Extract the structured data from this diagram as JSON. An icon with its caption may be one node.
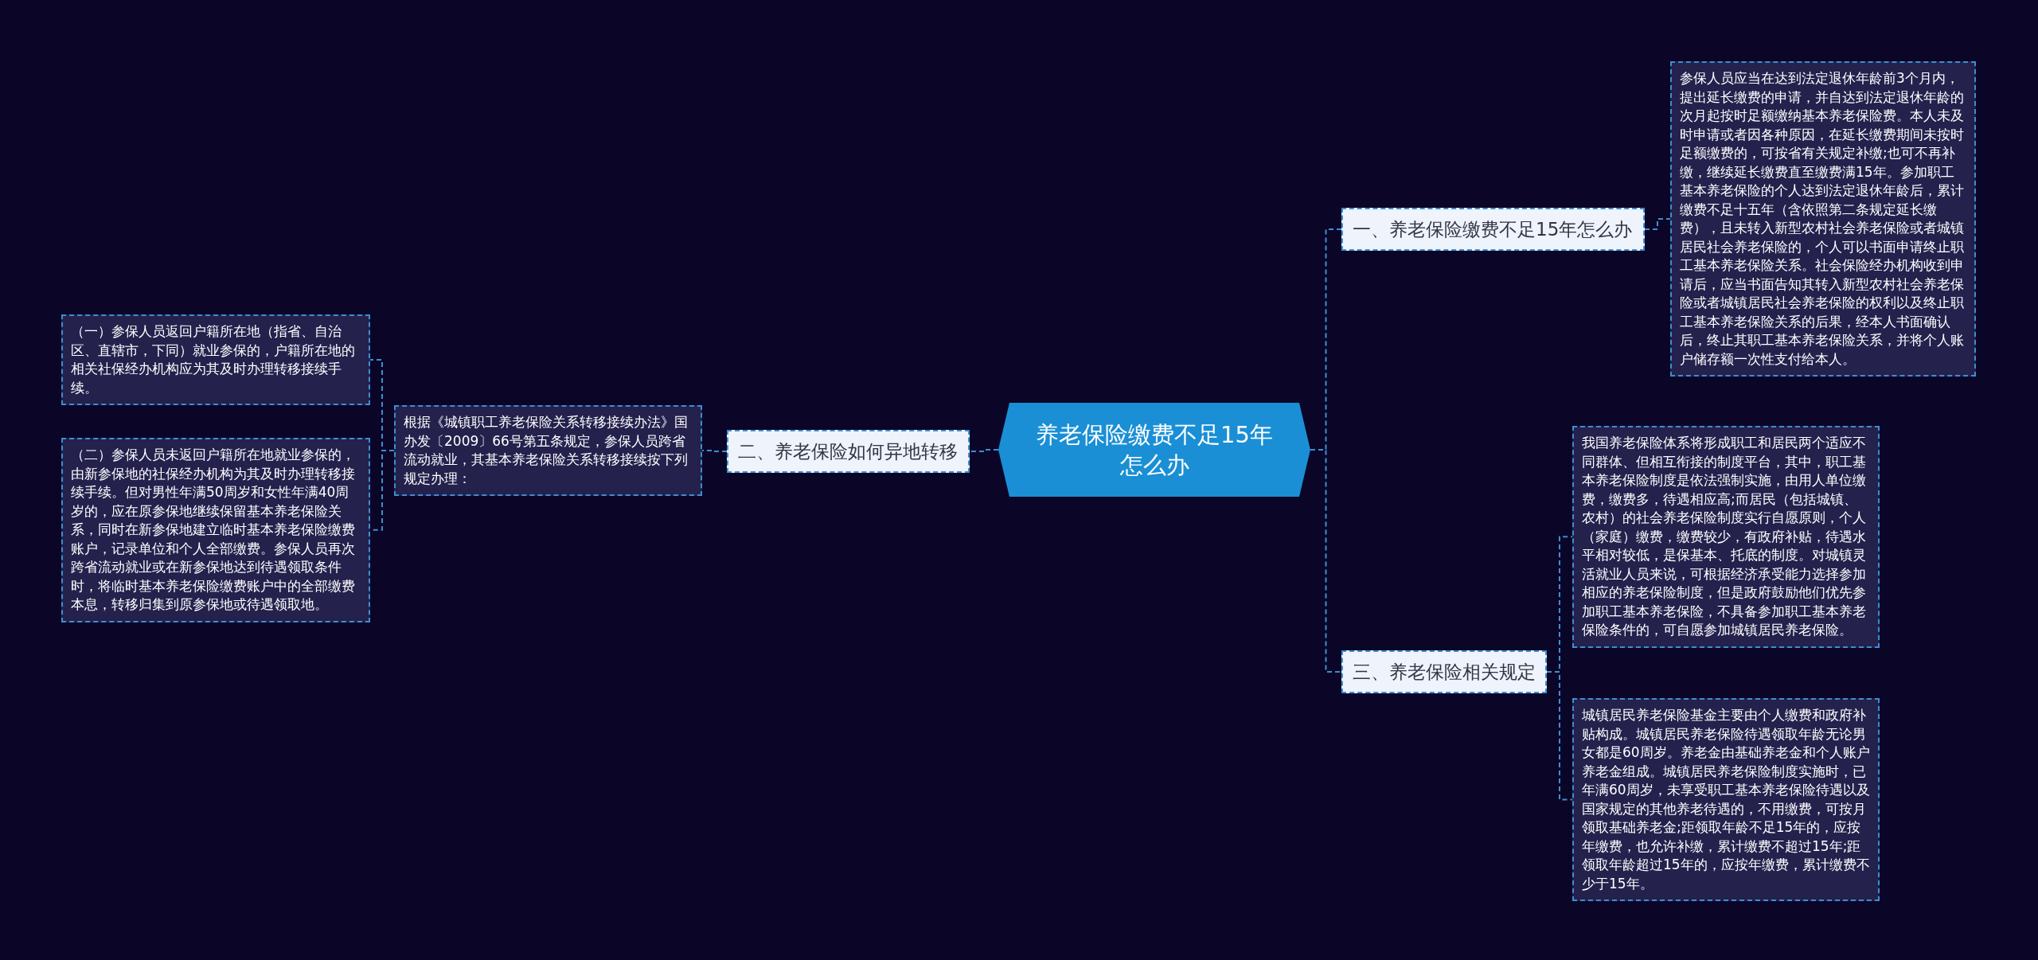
{
  "diagram": {
    "nodes": [
      {
        "text": [
          "养老保险缴费不足15年怎么办"
        ]
      },
      {
        "text": [
          "一、养老保险缴费不足15年怎么办"
        ]
      },
      {
        "text": [
          "参保人员应当在达到法定退休年龄前3个月内，提出延长缴费的申请，并自达到法定退休年龄的次月起按时足额缴纳基本养老保险费。本人未及时申请或者因各种原因，在延长缴费期间未按时足额缴费的，可按省有关规定补缴;也可不再补缴，继续延长缴费直至缴费满15年。参加职工基本养老保险的个人达到法定退休年龄后，累计缴费不足十五年（含依照第二条规定延长缴费），且未转入新型农村社会养老保险或者城镇居民社会养老保险的，个人可以书面申请终止职工基本养老保险关系。社会保险经办机构收到申请后，应当书面告知其转入新型农村社会养老保险或者城镇居民社会养老保险的权利以及终止职工基本养老保险关系的后果，经本人书面确认后，终止其职工基本养老保险关系，并将个人账户储存额一次性支付给本人。"
        ]
      },
      {
        "text": [
          "二、养老保险如何异地转移"
        ]
      },
      {
        "text": [
          "根据《城镇职工养老保险关系转移接续办法》国办发〔2009〕66号第五条规定，参保人员跨省流动就业，其基本养老保险关系转移接续按下列规定办理："
        ]
      },
      {
        "text": [
          "（一）参保人员返回户籍所在地（指省、自治区、直辖市，下同）就业参保的，户籍所在地的相关社保经办机构应为其及时办理转移接续手续。"
        ]
      },
      {
        "text": [
          "（二）参保人员未返回户籍所在地就业参保的，由新参保地的社保经办机构为其及时办理转移接续手续。但对男性年满50周岁和女性年满40周岁的，应在原参保地继续保留基本养老保险关系，同时在新参保地建立临时基本养老保险缴费账户，记录单位和个人全部缴费。参保人员再次跨省流动就业或在新参保地达到待遇领取条件时，将临时基本养老保险缴费账户中的全部缴费本息，转移归集到原参保地或待遇领取地。"
        ]
      },
      {
        "text": [
          "三、养老保险相关规定"
        ]
      },
      {
        "text": [
          "我国养老保险体系将形成职工和居民两个适应不同群体、但相互衔接的制度平台，其中，职工基本养老保险制度是依法强制实施，由用人单位缴费，缴费多，待遇相应高;而居民（包括城镇、农村）的社会养老保险制度实行自愿原则，个人（家庭）缴费，缴费较少，有政府补贴，待遇水平相对较低，是保基本、托底的制度。对城镇灵活就业人员来说，可根据经济承受能力选择参加相应的养老保险制度，但是政府鼓励他们优先参加职工基本养老保险，不具备参加职工基本养老保险条件的，可自愿参加城镇居民养老保险。"
        ]
      },
      {
        "text": [
          "城镇居民养老保险基金主要由个人缴费和政府补贴构成。城镇居民养老保险待遇领取年龄无论男女都是60周岁。养老金由基础养老金和个人账户养老金组成。城镇居民养老保险制度实施时，已年满60周岁，未享受职工基本养老保险待遇以及国家规定的其他养老待遇的，不用缴费，可按月领取基础养老金;距领取年龄不足15年的，应按年缴费，也允许补缴，累计缴费不超过15年;距领取年龄超过15年的，应按年缴费，累计缴费不少于15年。"
        ]
      }
    ],
    "edges": [
      {
        "from": 0,
        "to": 1,
        "arrow": "none"
      },
      {
        "from": 0,
        "to": 3,
        "arrow": "none"
      },
      {
        "from": 0,
        "to": 7,
        "arrow": "none"
      },
      {
        "from": 1,
        "to": 2,
        "arrow": "none"
      },
      {
        "from": 3,
        "to": 4,
        "arrow": "none"
      },
      {
        "from": 4,
        "to": 5,
        "arrow": "none"
      },
      {
        "from": 4,
        "to": 6,
        "arrow": "none"
      },
      {
        "from": 7,
        "to": 8,
        "arrow": "none"
      },
      {
        "from": 7,
        "to": 9,
        "arrow": "none"
      }
    ]
  }
}
